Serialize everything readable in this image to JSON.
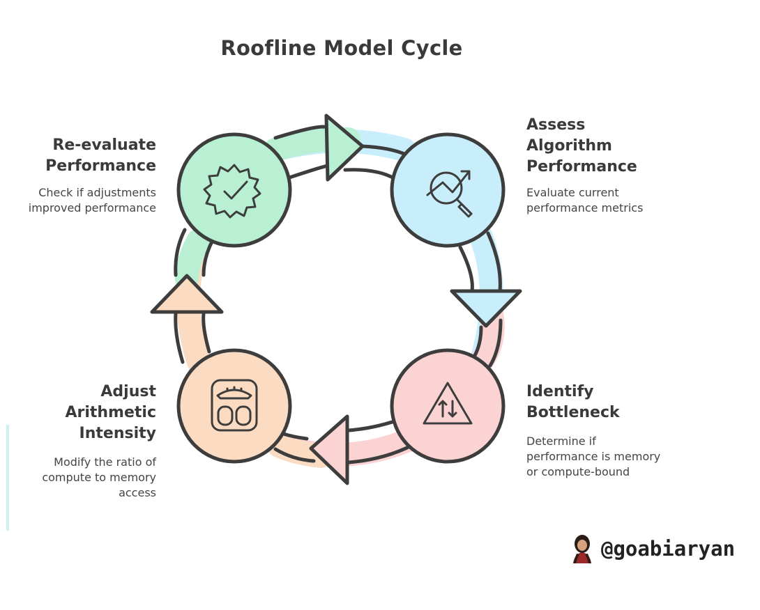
{
  "title": "Roofline Model Cycle",
  "steps": [
    {
      "id": "reevaluate",
      "heading_lines": [
        "Re-evaluate",
        "Performance"
      ],
      "desc_lines": [
        "Check if adjustments",
        "improved performance"
      ],
      "color": "#b9f0d4",
      "icon": "gear-check-icon"
    },
    {
      "id": "assess",
      "heading_lines": [
        "Assess",
        "Algorithm",
        "Performance"
      ],
      "desc_lines": [
        "Evaluate current",
        "performance metrics"
      ],
      "color": "#c9eefb",
      "icon": "chart-magnifier-icon"
    },
    {
      "id": "identify",
      "heading_lines": [
        "Identify",
        "Bottleneck"
      ],
      "desc_lines": [
        "Determine if",
        "performance is memory",
        "or compute-bound"
      ],
      "color": "#fbd3d3",
      "icon": "warning-swap-icon"
    },
    {
      "id": "adjust",
      "heading_lines": [
        "Adjust",
        "Arithmetic",
        "Intensity"
      ],
      "desc_lines": [
        "Modify the ratio of",
        "compute to memory",
        "access"
      ],
      "color": "#fbdcc3",
      "icon": "scale-icon"
    }
  ],
  "colors": {
    "outline": "#3d3d3d",
    "green": "#b9f0d4",
    "blue": "#c9eefb",
    "pink": "#fbd3d3",
    "peach": "#fbdcc3"
  },
  "author": {
    "handle": "@goabiaryan",
    "avatar_icon": "avatar-icon"
  }
}
